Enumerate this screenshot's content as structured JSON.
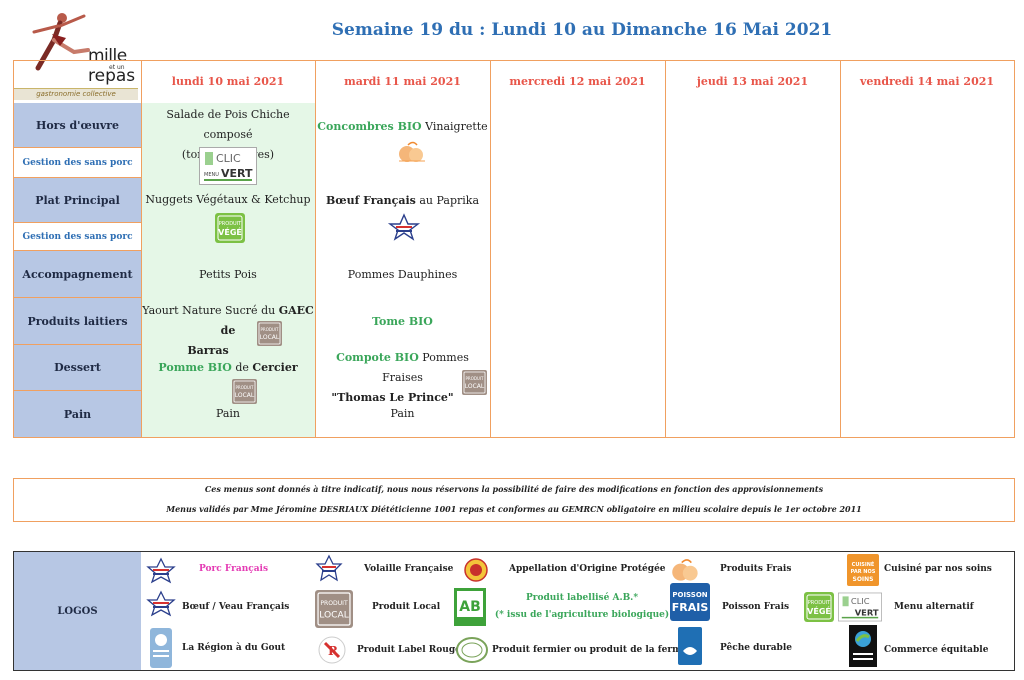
{
  "header": {
    "logo": {
      "line1": "mille",
      "line2": "repas",
      "etun": "et un",
      "tagline": "gastronomie collective"
    },
    "title": "Semaine 19 du : Lundi 10 au Dimanche 16 Mai 2021"
  },
  "days": [
    "lundi 10 mai 2021",
    "mardi 11 mai 2021",
    "mercredi 12 mai 2021",
    "jeudi 13 mai 2021",
    "vendredi 14 mai 2021"
  ],
  "rows": {
    "hors": "Hors d'œuvre",
    "sans_porc_1": "Gestion des sans porc",
    "plat": "Plat Principal",
    "sans_porc_2": "Gestion des sans porc",
    "accomp": "Accompagnement",
    "laitiers": "Produits laitiers",
    "dessert": "Dessert",
    "pain": "Pain"
  },
  "monday": {
    "hors_line1": "Salade de Pois Chiche composé",
    "hors_line2": "(tomates, olives)",
    "plat": "Nuggets Végétaux & Ketchup",
    "accomp": "Petits Pois",
    "laitiers_line1": "Yaourt Nature Sucré du",
    "laitiers_bold1": "GAEC de",
    "laitiers_bold2": "Barras",
    "dessert_green": "Pomme BIO",
    "dessert_mid": "de",
    "dessert_bold": "Cercier",
    "pain": "Pain"
  },
  "tuesday": {
    "hors_green": "Concombres BIO",
    "hors_rest": "Vinaigrette",
    "plat_bold": "Bœuf Français",
    "plat_rest": "au Paprika",
    "accomp": "Pommes Dauphines",
    "laitiers": "Tome BIO",
    "dessert_green": "Compote BIO",
    "dessert_rest": "Pommes Fraises",
    "dessert_bold": "\"Thomas Le Prince\"",
    "pain": "Pain"
  },
  "badges": {
    "clic_top": "CLIC",
    "clic_menu": "MENU",
    "clic_bottom": "VERT",
    "vege_top": "PRODUIT",
    "vege_bottom": "VÉGÉ",
    "local_top": "PRODUIT",
    "local_bottom": "LOCAL"
  },
  "notes": {
    "line1": "Ces menus sont donnés à titre indicatif, nous nous réservons la possibilité de faire des modifications en fonction des approvisionnements",
    "line2": "Menus validés par Mme Jéromine DESRIAUX Diététicienne 1001 repas et conformes au GEMRCN obligatoire en milieu scolaire depuis le 1er octobre 2011"
  },
  "legend": {
    "label": "LOGOS",
    "porc": "Porc Français",
    "boeuf": "Bœuf / Veau Français",
    "region": "La Région à du Gout",
    "volaille": "Volaille Française",
    "local": "Produit Local",
    "label_rouge": "Produit Label Rouge",
    "aop": "Appellation d'Origine Protégée",
    "ab1": "Produit labellisé A.B.*",
    "ab2": "(* issu de l'agriculture biologique)",
    "fermier": "Produit fermier ou produit de la ferme",
    "frais": "Produits Frais",
    "poisson": "Poisson Frais",
    "peche": "Pêche durable",
    "cuisine": "Cuisiné par nos soins",
    "alternatif": "Menu alternatif",
    "equitable": "Commerce équitable",
    "icon_poisson_1": "POISSON",
    "icon_poisson_2": "FRAIS",
    "icon_ab": "AB",
    "icon_cuisine": "CUISINÉ PAR NOS SOINS"
  },
  "colors": {
    "blue_title": "#2f6fb4",
    "day_red": "#e8564a",
    "bio_green": "#3aa65a",
    "label_blue": "#b7c7e4",
    "porc_pink": "#e43bb4",
    "border_orange": "#f0a060"
  }
}
